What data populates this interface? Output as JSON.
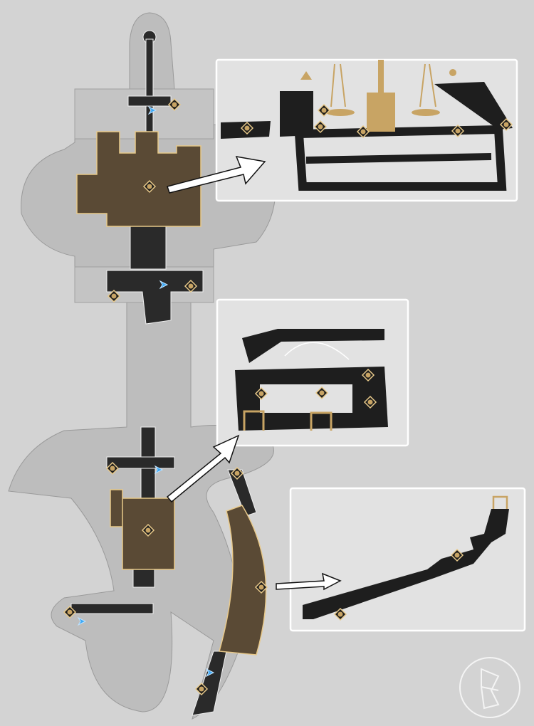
{
  "map": {
    "colors": {
      "background": "#d3d3d3",
      "terrain": "#bdbdbd",
      "walkway": "#2a2a2a",
      "highlight_room": "#5a4a35",
      "highlight_border": "#e8c98a",
      "gold": "#c8a464",
      "teleport": "#3fa9f5",
      "inset_border": "#ffffff"
    },
    "icons": [
      "treasure-chest-icon",
      "space-anchor-icon",
      "puzzle-icon",
      "logo-icon",
      "arrow-icon"
    ],
    "insets": [
      {
        "name": "upper-scale-puzzle-inset"
      },
      {
        "name": "middle-room-inset"
      },
      {
        "name": "lower-corridor-inset"
      }
    ]
  }
}
